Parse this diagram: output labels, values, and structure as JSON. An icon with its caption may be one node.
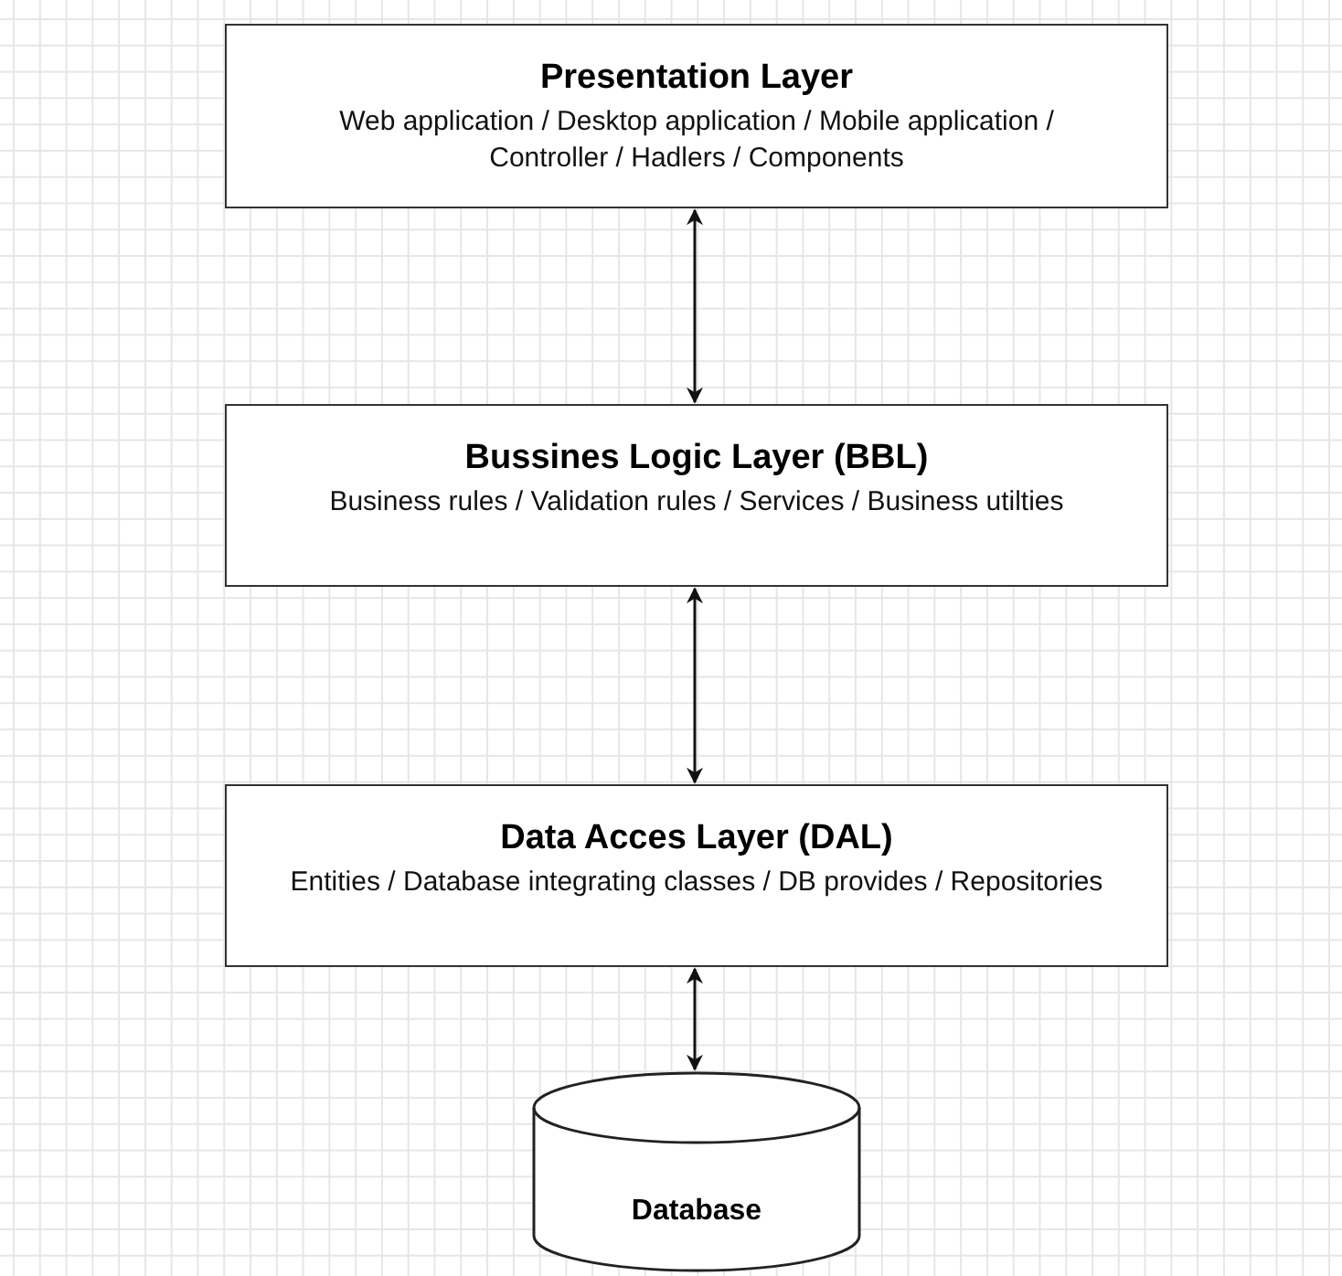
{
  "diagram": {
    "nodes": [
      {
        "text": [
          "Presentation Layer",
          "Web application / Desktop application / Mobile application / Controller / Hadlers / Components"
        ]
      },
      {
        "text": [
          "Bussines Logic Layer (BBL)",
          "Business rules / Validation rules / Services / Business utilties"
        ]
      },
      {
        "text": [
          "Data Acces Layer (DAL)",
          "Entities / Database integrating classes / DB provides / Repositories"
        ]
      },
      {
        "text": [
          "Database"
        ]
      }
    ],
    "edges": [
      {
        "from": 0,
        "to": 1,
        "arrow": "both"
      },
      {
        "from": 1,
        "to": 2,
        "arrow": "both"
      },
      {
        "from": 2,
        "to": 3,
        "arrow": "both"
      }
    ]
  }
}
